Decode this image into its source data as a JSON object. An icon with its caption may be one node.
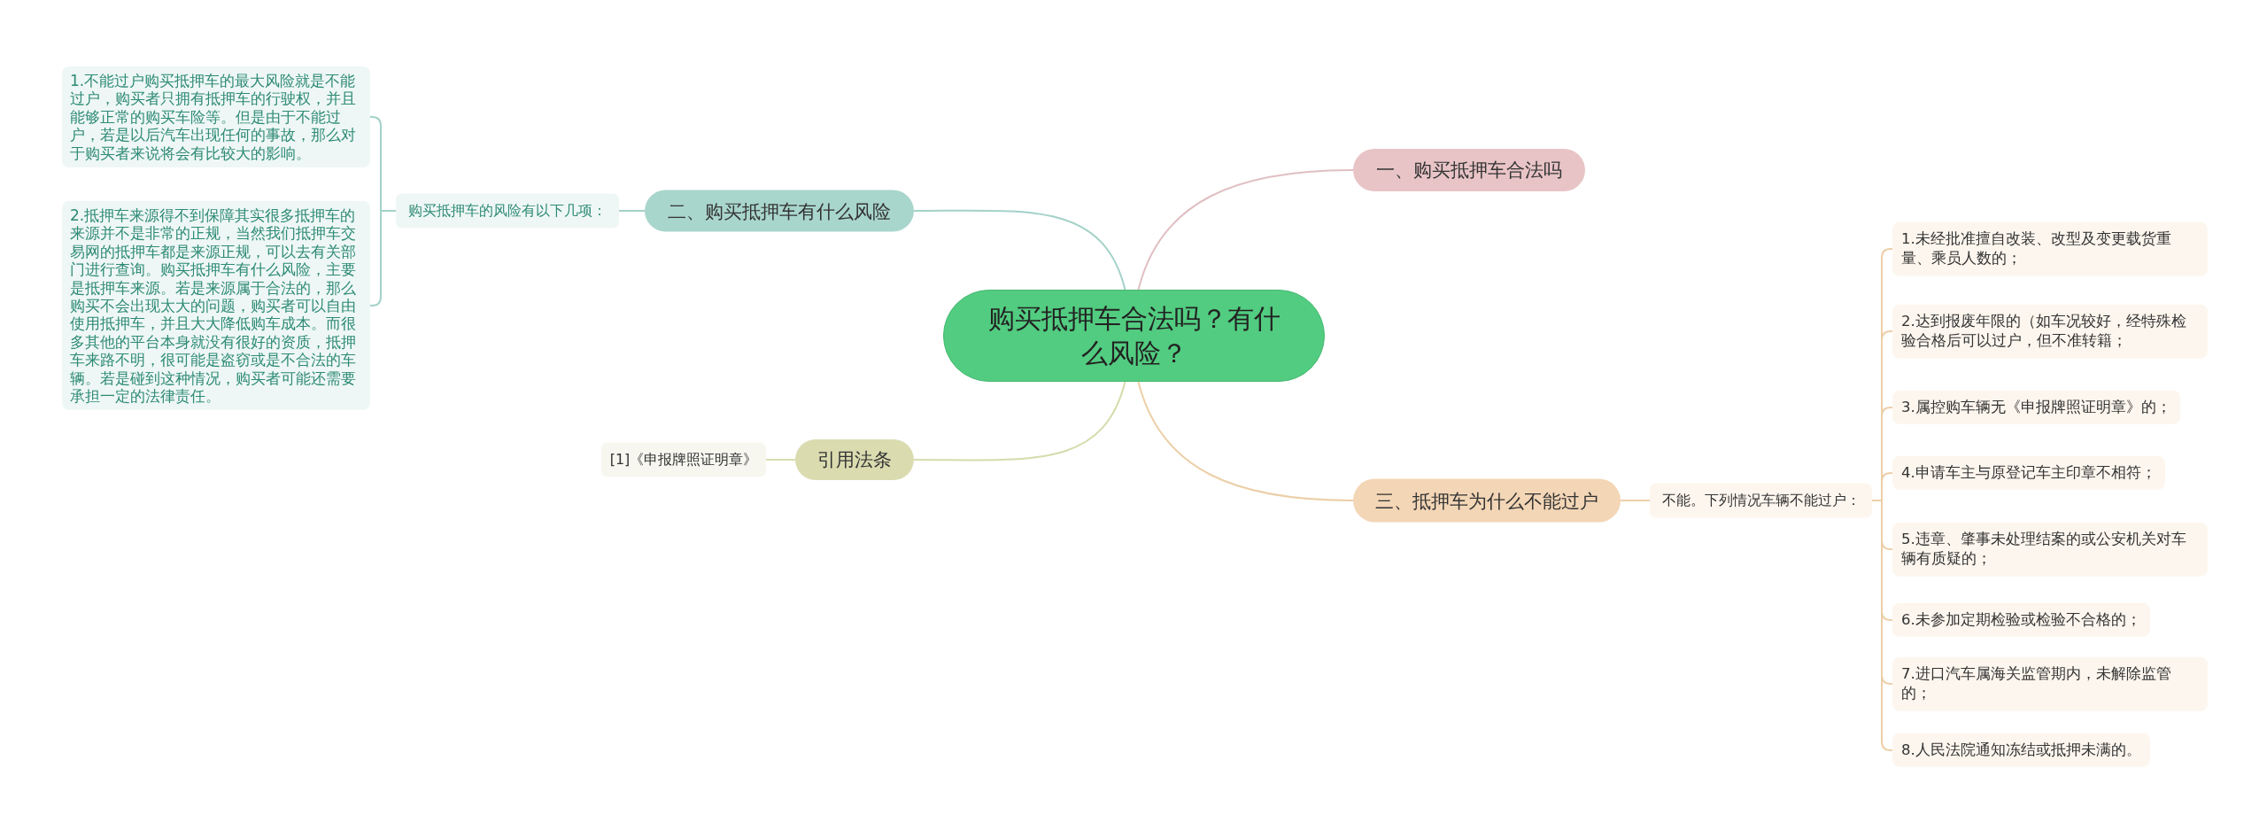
{
  "diagram": {
    "nodes": [
      {
        "text": [
          "购买抵押车合法吗？有什么风险？"
        ]
      },
      {
        "text": [
          "一、购买抵押车合法吗"
        ]
      },
      {
        "text": [
          "二、购买抵押车有什么风险"
        ]
      },
      {
        "text": [
          "购买抵押车的风险有以下几项："
        ]
      },
      {
        "text": [
          "1.不能过户购买抵押车的最大风险就是不能过户，购买者只拥有抵押车的行驶权，并且能够正常的购买车险等。但是由于不能过户，若是以后汽车出现任何的事故，那么对于购买者来说将会有比较大的影响。"
        ]
      },
      {
        "text": [
          "2.抵押车来源得不到保障其实很多抵押车的来源并不是非常的正规，当然我们抵押车交易网的抵押车都是来源正规，可以去有关部门进行查询。购买抵押车有什么风险，主要是抵押车来源。若是来源属于合法的，那么购买不会出现太大的问题，购买者可以自由使用抵押车，并且大大降低购车成本。而很多其他的平台本身就没有很好的资质，抵押车来路不明，很可能是盗窃或是不合法的车辆。若是碰到这种情况，购买者可能还需要承担一定的法律责任。"
        ]
      },
      {
        "text": [
          "引用法条"
        ]
      },
      {
        "text": [
          "[1]《申报牌照证明章》"
        ]
      },
      {
        "text": [
          "三、抵押车为什么不能过户"
        ]
      },
      {
        "text": [
          "不能。下列情况车辆不能过户："
        ]
      },
      {
        "text": [
          "1.未经批准擅自改装、改型及变更载货重量、乘员人数的；"
        ]
      },
      {
        "text": [
          "2.达到报废年限的（如车况较好，经特殊检验合格后可以过户，但不准转籍；"
        ]
      },
      {
        "text": [
          "3.属控购车辆无《申报牌照证明章》的；"
        ]
      },
      {
        "text": [
          "4.申请车主与原登记车主印章不相符；"
        ]
      },
      {
        "text": [
          "5.违章、肇事未处理结案的或公安机关对车辆有质疑的；"
        ]
      },
      {
        "text": [
          "6.未参加定期检验或检验不合格的；"
        ]
      },
      {
        "text": [
          "7.进口汽车属海关监管期内，未解除监管的；"
        ]
      },
      {
        "text": [
          "8.人民法院通知冻结或抵押未满的。"
        ]
      }
    ],
    "edges": [
      {
        "from": 0,
        "to": 1,
        "arrow": "none",
        "color": "#e0bfc2"
      },
      {
        "from": 0,
        "to": 2,
        "arrow": "none",
        "color": "#a3d2c8"
      },
      {
        "from": 2,
        "to": 3,
        "arrow": "none",
        "color": "#a3d2c8"
      },
      {
        "from": 3,
        "to": 4,
        "arrow": "none",
        "color": "#a3d2c8"
      },
      {
        "from": 3,
        "to": 5,
        "arrow": "none",
        "color": "#a3d2c8"
      },
      {
        "from": 0,
        "to": 6,
        "arrow": "none",
        "color": "#d6dbab"
      },
      {
        "from": 6,
        "to": 7,
        "arrow": "none",
        "color": "#d6dbab"
      },
      {
        "from": 0,
        "to": 8,
        "arrow": "none"
      },
      {
        "from": 8,
        "to": 9,
        "arrow": "none"
      },
      {
        "from": 9,
        "to": 10,
        "arrow": "none"
      },
      {
        "from": 9,
        "to": 11,
        "arrow": "none"
      },
      {
        "from": 9,
        "to": 12,
        "arrow": "none"
      },
      {
        "from": 9,
        "to": 13,
        "arrow": "none"
      },
      {
        "from": 9,
        "to": 14,
        "arrow": "none"
      },
      {
        "from": 9,
        "to": 15,
        "arrow": "none"
      },
      {
        "from": 9,
        "to": 16,
        "arrow": "none"
      },
      {
        "from": 9,
        "to": 17,
        "arrow": "none"
      }
    ]
  }
}
